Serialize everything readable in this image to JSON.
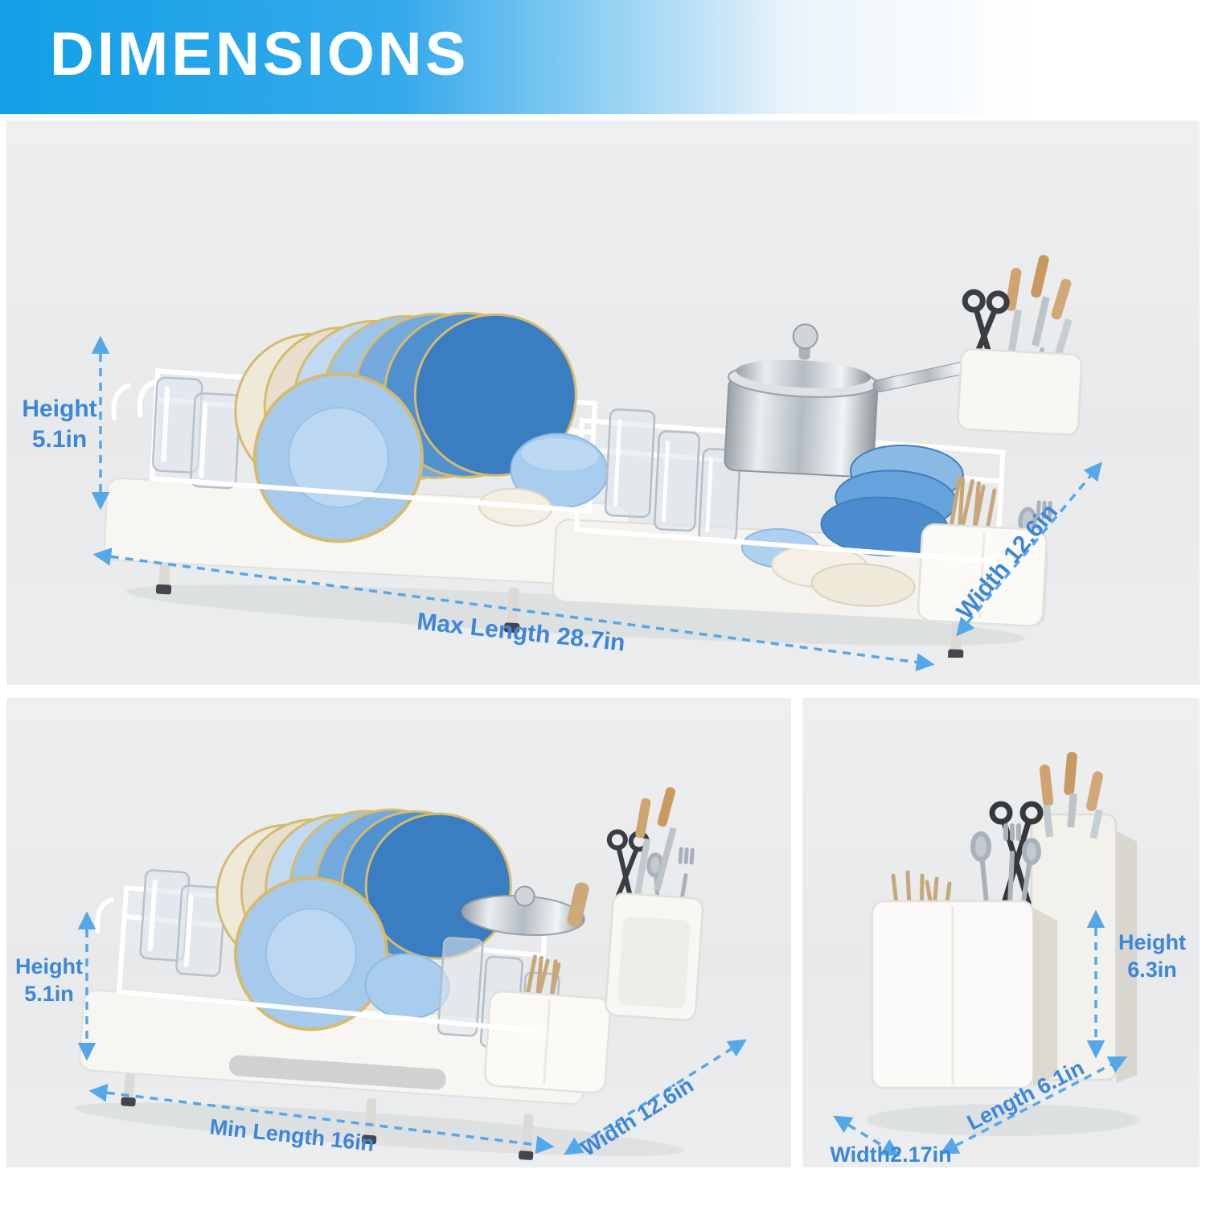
{
  "header": {
    "title": "DIMENSIONS"
  },
  "colors": {
    "banner-blue": "#129fe6",
    "label-blue": "#3c87d9",
    "arrow-blue": "#55a7e8",
    "panel-gray": "#e9ebed",
    "plate-blue": "#4f90ce",
    "plate-gold-rim": "#d6ba6e",
    "rack-white": "#f7f6f3"
  },
  "panels": {
    "expanded": {
      "height": {
        "label": "Height",
        "value": "5.1in"
      },
      "length": "Max Length 28.7in",
      "width": "Width 12.6in"
    },
    "compact": {
      "height": {
        "label": "Height",
        "value": "5.1in"
      },
      "length": "Min Length 16in",
      "width": "Width 12.6in"
    },
    "caddy": {
      "height": {
        "label": "Height",
        "value": "6.3in"
      },
      "width": "Width2.17in",
      "length": "Length 6.1in"
    }
  }
}
